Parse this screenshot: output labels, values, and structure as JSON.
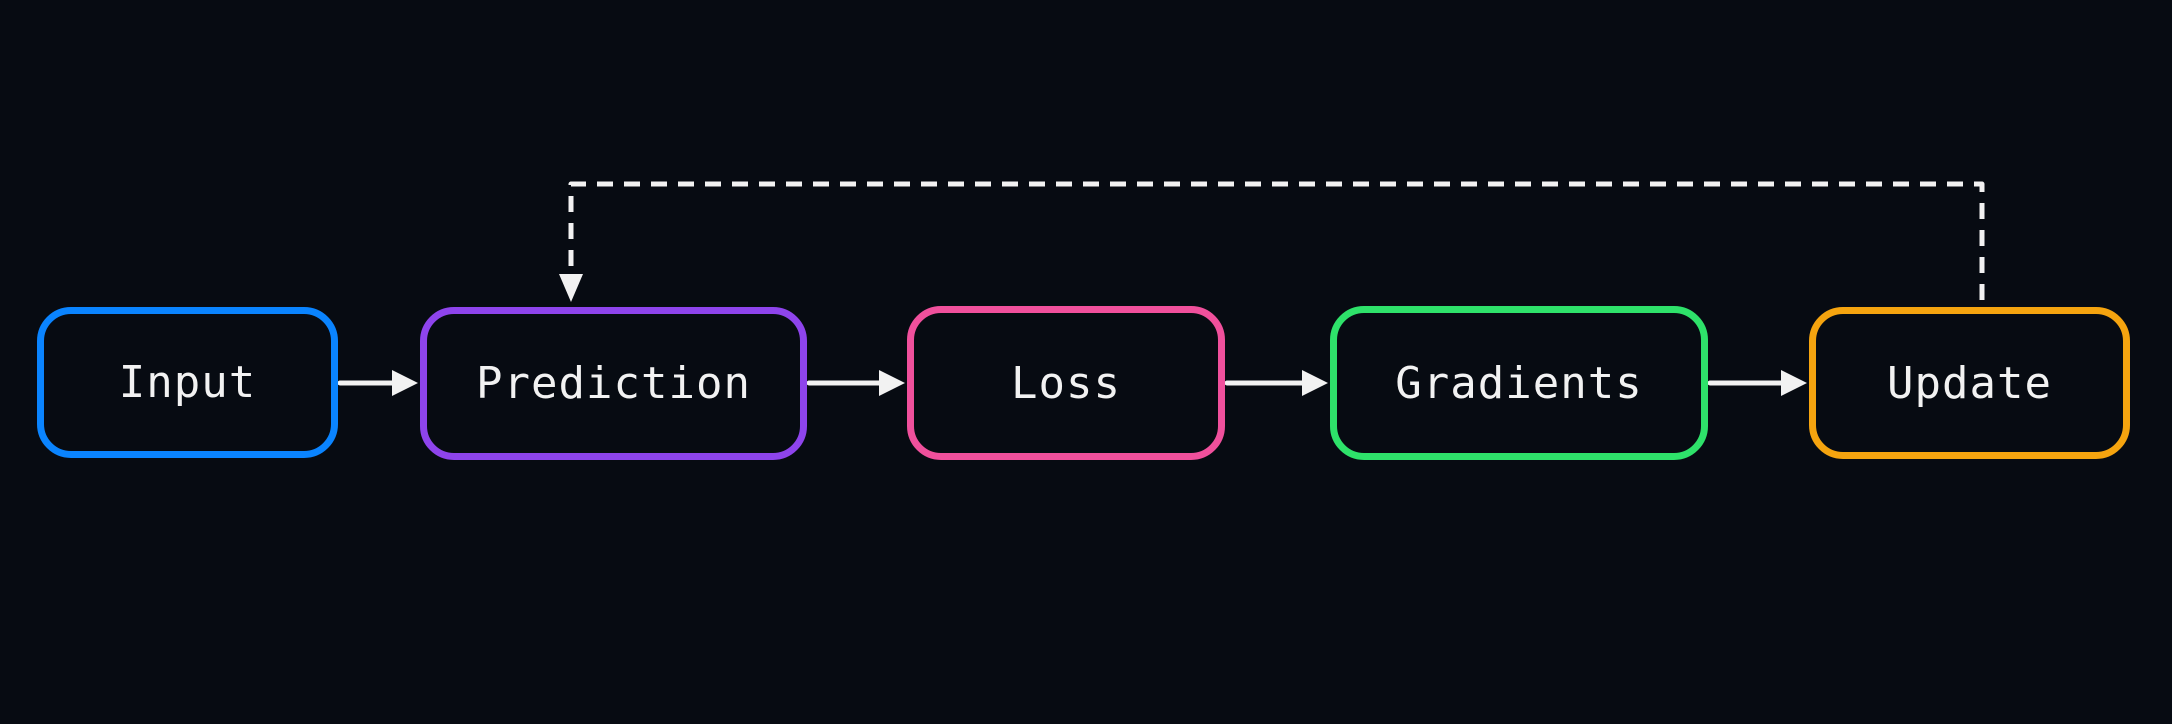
{
  "diagram": {
    "background": "#070b12",
    "nodes": [
      {
        "id": "input",
        "label": "Input",
        "color": "#0a84ff"
      },
      {
        "id": "prediction",
        "label": "Prediction",
        "color": "#8e44ec"
      },
      {
        "id": "loss",
        "label": "Loss",
        "color": "#f0509c"
      },
      {
        "id": "gradients",
        "label": "Gradients",
        "color": "#2ee26a"
      },
      {
        "id": "update",
        "label": "Update",
        "color": "#f5a40f"
      }
    ],
    "edges": [
      {
        "from": "input",
        "to": "prediction",
        "style": "solid"
      },
      {
        "from": "prediction",
        "to": "loss",
        "style": "solid"
      },
      {
        "from": "loss",
        "to": "gradients",
        "style": "solid"
      },
      {
        "from": "gradients",
        "to": "update",
        "style": "solid"
      },
      {
        "from": "update",
        "to": "prediction",
        "style": "dashed"
      }
    ],
    "edge_color": "#f2f2f2"
  }
}
